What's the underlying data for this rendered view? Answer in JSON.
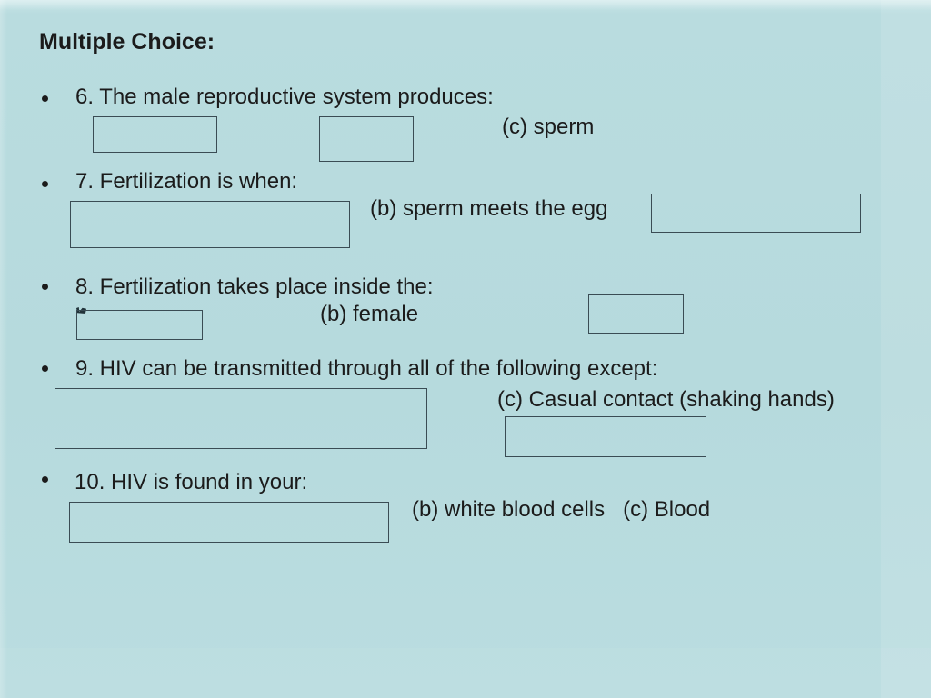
{
  "slide": {
    "title": "Multiple Choice:",
    "colors": {
      "background": "#b8dcdf",
      "text": "#1b1b1b",
      "box_border": "#3a4c54"
    },
    "questions": [
      {
        "number": "6",
        "prompt": "6. The male reproductive system produces:",
        "visible_answer": "(c) sperm",
        "covered_answer_boxes": 2
      },
      {
        "number": "7",
        "prompt": "7. Fertilization is when:",
        "visible_answer": "(b) sperm meets the egg",
        "covered_answer_boxes": 2
      },
      {
        "number": "8",
        "prompt": "8. Fertilization takes place inside the:",
        "visible_answer": "(b) female",
        "covered_answer_boxes": 2
      },
      {
        "number": "9",
        "prompt": "9. HIV can be transmitted through all of the following except:",
        "visible_answer": "(c) Casual contact (shaking hands)",
        "covered_answer_boxes": 2
      },
      {
        "number": "10",
        "prompt": "10. HIV is found in your:",
        "visible_answer": "(b) white blood cells   (c) Blood",
        "covered_answer_boxes": 1
      }
    ]
  }
}
